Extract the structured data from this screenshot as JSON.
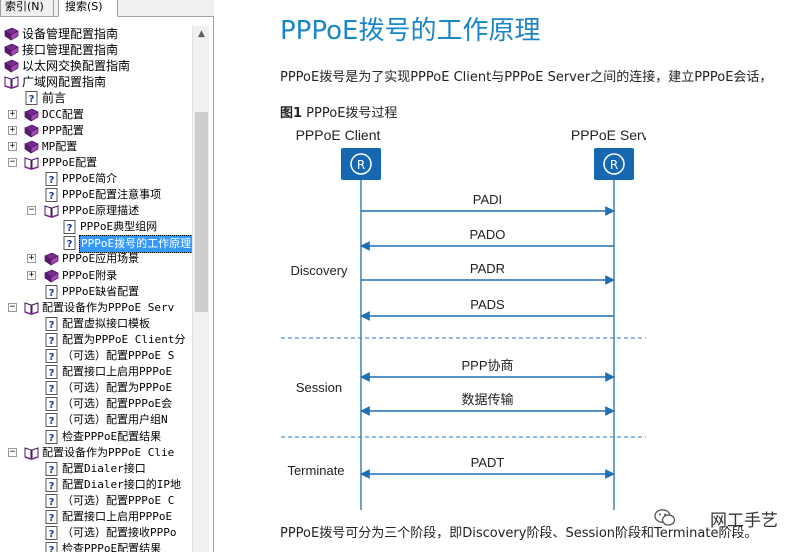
{
  "tabs": {
    "index": "索引(N)",
    "search": "搜索(S)"
  },
  "tree": [
    {
      "label": "设备管理配置指南",
      "type": "book",
      "mono": false
    },
    {
      "label": "接口管理配置指南",
      "type": "book",
      "mono": false
    },
    {
      "label": "以太网交换配置指南",
      "type": "book",
      "mono": false
    },
    {
      "label": "广域网配置指南",
      "type": "book-open",
      "mono": false
    },
    {
      "label": "前言",
      "type": "page",
      "mono": false
    },
    {
      "label": "DCC配置",
      "type": "book",
      "mono": true
    },
    {
      "label": "PPP配置",
      "type": "book",
      "mono": true
    },
    {
      "label": "MP配置",
      "type": "book",
      "mono": true
    },
    {
      "label": "PPPoE配置",
      "type": "book-open",
      "mono": true
    },
    {
      "label": "PPPoE简介",
      "type": "page",
      "mono": true
    },
    {
      "label": "PPPoE配置注意事项",
      "type": "page",
      "mono": true
    },
    {
      "label": "PPPoE原理描述",
      "type": "book-open",
      "mono": true
    },
    {
      "label": "PPPoE典型组网",
      "type": "page",
      "mono": true
    },
    {
      "label": "PPPoE拨号的工作原理",
      "type": "page",
      "mono": true,
      "selected": true
    },
    {
      "label": "PPPoE应用场景",
      "type": "book",
      "mono": true
    },
    {
      "label": "PPPoE附录",
      "type": "book",
      "mono": true
    },
    {
      "label": "PPPoE缺省配置",
      "type": "page",
      "mono": true
    },
    {
      "label": "配置设备作为PPPoE Serv",
      "type": "book-open",
      "mono": true
    },
    {
      "label": "配置虚拟接口模板",
      "type": "page",
      "mono": true
    },
    {
      "label": "配置为PPPoE Client分",
      "type": "page",
      "mono": true
    },
    {
      "label": "（可选）配置PPPoE S",
      "type": "page",
      "mono": true
    },
    {
      "label": "配置接口上启用PPPoE",
      "type": "page",
      "mono": true
    },
    {
      "label": "（可选）配置为PPPoE",
      "type": "page",
      "mono": true
    },
    {
      "label": "（可选）配置PPPoE会",
      "type": "page",
      "mono": true
    },
    {
      "label": "（可选）配置用户组N",
      "type": "page",
      "mono": true
    },
    {
      "label": "检查PPPoE配置结果",
      "type": "page",
      "mono": true
    },
    {
      "label": "配置设备作为PPPoE Clie",
      "type": "book-open",
      "mono": true
    },
    {
      "label": "配置Dialer接口",
      "type": "page",
      "mono": true
    },
    {
      "label": "配置Dialer接口的IP地",
      "type": "page",
      "mono": true
    },
    {
      "label": "（可选）配置PPPoE C",
      "type": "page",
      "mono": true
    },
    {
      "label": "配置接口上启用PPPoE",
      "type": "page",
      "mono": true
    },
    {
      "label": "（可选）配置接收PPPo",
      "type": "page",
      "mono": true
    },
    {
      "label": "检查PPPoE配置结果",
      "type": "page",
      "mono": true
    }
  ],
  "content": {
    "title": "PPPoE拨号的工作原理",
    "intro": "PPPoE拨号是为了实现PPPoE Client与PPPoE Server之间的连接，建立PPPoE会话，",
    "fig_num": "图1",
    "fig_title": " PPPoE拨号过程",
    "summary": "PPPoE拨号可分为三个阶段，即Discovery阶段、Session阶段和Terminate阶段。"
  },
  "diagram": {
    "client_label": "PPPoE Client",
    "server_label": "PPPoE Server",
    "router_glyph": "R",
    "phases": [
      "Discovery",
      "Session",
      "Terminate"
    ],
    "messages": [
      {
        "label": "PADI",
        "dir": "to-server"
      },
      {
        "label": "PADO",
        "dir": "to-client"
      },
      {
        "label": "PADR",
        "dir": "to-server"
      },
      {
        "label": "PADS",
        "dir": "to-client"
      },
      {
        "label": "PPP协商",
        "dir": "both"
      },
      {
        "label": "数据传输",
        "dir": "both"
      },
      {
        "label": "PADT",
        "dir": "both"
      }
    ],
    "colors": {
      "line": "#1f6fb2",
      "router": "#1668b0",
      "dash": "#2c7cc0"
    }
  },
  "watermark": "网工手艺"
}
